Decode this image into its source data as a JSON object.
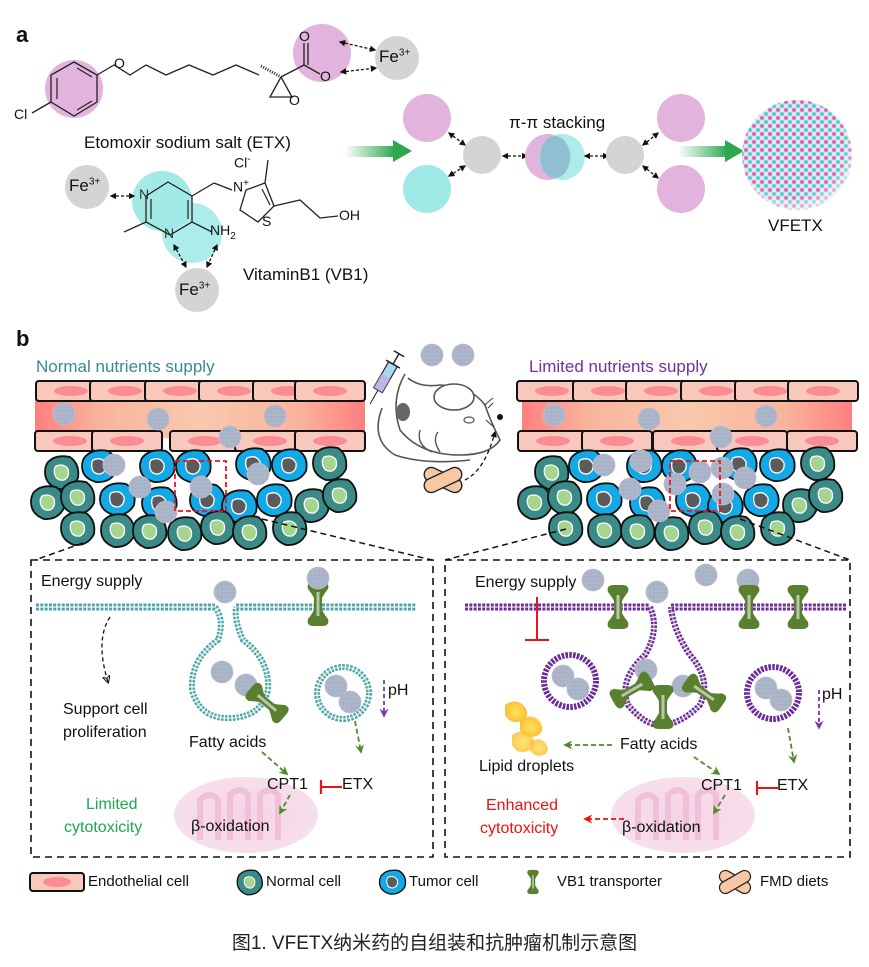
{
  "panel_a": {
    "label": "a",
    "etx_name": "Etomoxir sodium salt (ETX)",
    "vb1_name": "VitaminB1 (VB1)",
    "iron_ion": "Fe",
    "iron_charge": "3+",
    "atoms": {
      "chlorine": "Cl",
      "oxygen": "O",
      "nitrogen": "N",
      "sulfur": "S",
      "hydroxyl": "OH",
      "amine": "NH",
      "amine_sub": "2",
      "chloride": "Cl",
      "chloride_charge": "-",
      "n_plus": "+"
    },
    "stacking_label": "π-π stacking",
    "nanoparticle_label": "VFETX"
  },
  "panel_b": {
    "label": "b",
    "left_title": "Normal nutrients supply",
    "right_title": "Limited nutrients supply",
    "left_detail": {
      "energy_supply": "Energy supply",
      "support_line1": "Support cell",
      "support_line2": "proliferation",
      "fatty_acids": "Fatty acids",
      "cpt1": "CPT1",
      "etx": "ETX",
      "ph": "pH",
      "outcome_line1": "Limited",
      "outcome_line2": "cytotoxicity",
      "beta_oxidation": "β-oxidation"
    },
    "right_detail": {
      "energy_supply": "Energy supply",
      "fatty_acids": "Fatty acids",
      "lipid_droplets": "Lipid droplets",
      "cpt1": "CPT1",
      "etx": "ETX",
      "ph": "pH",
      "outcome_line1": "Enhanced",
      "outcome_line2": "cytotoxicity",
      "beta_oxidation": "β-oxidation"
    }
  },
  "legend": [
    {
      "icon": "endothelial-cell-icon",
      "label": "Endothelial cell"
    },
    {
      "icon": "normal-cell-icon",
      "label": "Normal cell"
    },
    {
      "icon": "tumor-cell-icon",
      "label": "Tumor cell"
    },
    {
      "icon": "vb1-transporter-icon",
      "label": "VB1 transporter"
    },
    {
      "icon": "fmd-diets-icon",
      "label": "FMD diets"
    }
  ],
  "caption": "图1. VFETX纳米药的自组装和抗肿瘤机制示意图",
  "colors": {
    "etx_pink": "#e2b3dd",
    "vb1_cyan": "#9ee9e6",
    "iron_gray": "#d4d4d4",
    "arrow_green": "#2ea84f",
    "normal_teal": "#3a8a8e",
    "limited_purple": "#7030a0",
    "membrane_teal": "#4aa5a8",
    "membrane_purple": "#6a2a9a",
    "transporter_green": "#5a7f2e",
    "inhibit_red": "#e8141c",
    "cytotox_green": "#1fa84f",
    "cytotox_red": "#ee1111",
    "tumor_blue": "#10a8e8",
    "normal_cell_fill": "#3a8a88",
    "endothelial_fill": "#f8c8bc"
  }
}
